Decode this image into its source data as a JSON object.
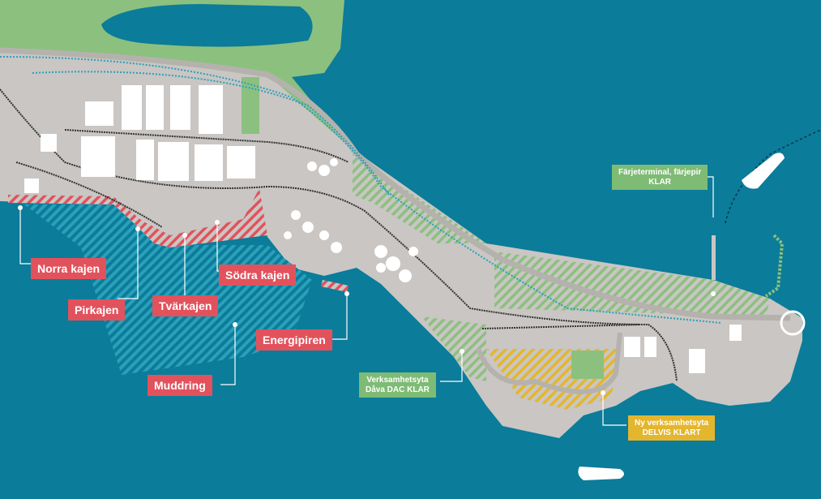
{
  "labels": {
    "norra_kajen": "Norra kajen",
    "pirkajen": "Pirkajen",
    "tvarkajen": "Tvärkajen",
    "sodra_kajen": "Södra kajen",
    "energipiren": "Energipiren",
    "muddring": "Muddring",
    "ferry_line1": "Färjeterminal, färjepir",
    "ferry_line2": "KLAR",
    "verk_line1": "Verksamhetsyta",
    "verk_line2": "Dåva DAC KLAR",
    "ny_line1": "Ny verksamhetsyta",
    "ny_line2": "DELVIS KLART"
  },
  "colors": {
    "sea": "#0b7c99",
    "land": "#c9c6c3",
    "green": "#8cc07f",
    "red": "#e2525c",
    "label_green": "#7ebb74",
    "yellow": "#e4b62d"
  }
}
